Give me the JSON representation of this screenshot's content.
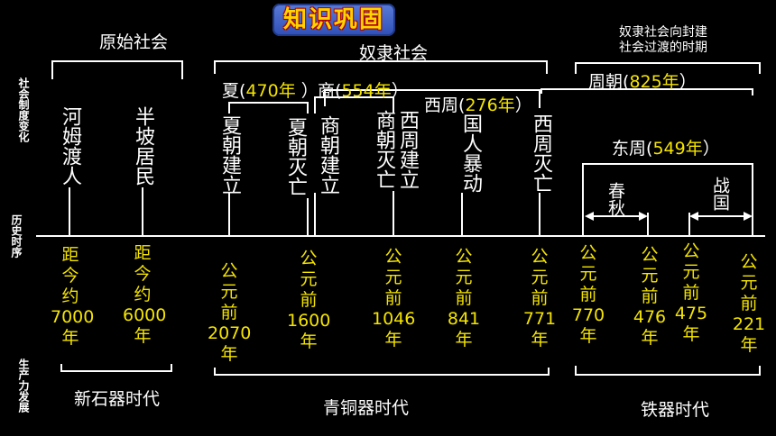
{
  "title": "知识巩固",
  "side_labels": {
    "society": "社会制度变化",
    "timeline": "历史时序",
    "production": "生产力发展"
  },
  "eras": {
    "primitive": "原始社会",
    "slave": "奴隶社会",
    "transition": [
      "奴隶社会向封建",
      "社会过渡的时期"
    ]
  },
  "dynasties": {
    "xia": {
      "name": "夏",
      "years": "470年",
      "close": "）"
    },
    "shang": {
      "name": "商",
      "years": "554年",
      "close": "）"
    },
    "west_zhou": {
      "name": "西周",
      "years": "276年",
      "close": "）"
    },
    "zhou": {
      "name": "周朝",
      "years": "825年",
      "close": "）"
    },
    "east_zhou": {
      "name": "东周",
      "years": "549年",
      "close": "）"
    },
    "chunqiu": "春秋",
    "zhanguo": "战国"
  },
  "events": [
    "河姆渡人",
    "半坡居民",
    "夏朝建立",
    "夏朝灭亡",
    "商朝建立",
    "商朝灭亡",
    "西周建立",
    "国人暴动",
    "西周灭亡"
  ],
  "dates": [
    [
      "距",
      "今",
      "约",
      "7000",
      "年"
    ],
    [
      "距",
      "今",
      "约",
      "6000",
      "年"
    ],
    [
      "公",
      "元",
      "前",
      "2070",
      "年"
    ],
    [
      "公",
      "元",
      "前",
      "1600",
      "年"
    ],
    [
      "公",
      "元",
      "前",
      "1046",
      "年"
    ],
    [
      "公",
      "元",
      "前",
      "841",
      "年"
    ],
    [
      "公",
      "元",
      "前",
      "771",
      "年"
    ],
    [
      "公",
      "元",
      "前",
      "770",
      "年"
    ],
    [
      "公",
      "元",
      "前",
      "476",
      "年"
    ],
    [
      "公",
      "元",
      "前",
      "475",
      "年"
    ],
    [
      "公",
      "元",
      "前",
      "221",
      "年"
    ]
  ],
  "ages": {
    "neolithic": "新石器时代",
    "bronze": "青铜器时代",
    "iron": "铁器时代"
  },
  "colors": {
    "highlight": "#f5e400",
    "title_bg": "#3b5cc4",
    "line": "#ffffff"
  }
}
